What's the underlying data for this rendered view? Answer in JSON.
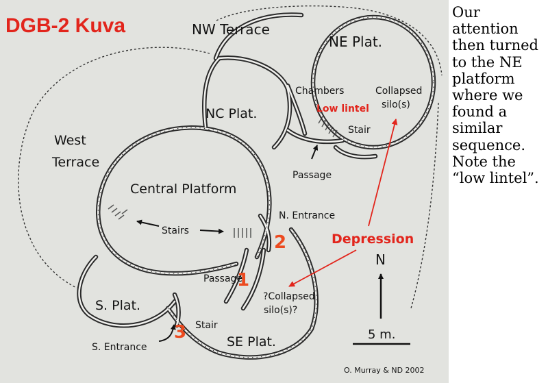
{
  "title": "DGB-2 Kuva",
  "caption": "Our attention\nthen turned\nto the NE\nplatform\nwhere we\nfound a\nsimilar\nsequence.\nNote the\n“low lintel”.",
  "credit": "O. Murray & ND 2002",
  "labels": {
    "nw_terrace": "NW Terrace",
    "ne_plat": "NE Plat.",
    "chambers": "Chambers",
    "collapsed_silos_ne": "Collapsed silo(s)",
    "low_lintel": "Low lintel",
    "nc_plat": "NC Plat.",
    "stair_ne": "Stair",
    "west_terrace": "West Terrace",
    "passage_ne": "Passage",
    "central_platform": "Central Platform",
    "n_entrance": "N. Entrance",
    "stairs": "Stairs",
    "depression": "Depression",
    "passage_s": "Passage",
    "s_plat": "S. Plat.",
    "collapsed_silos_se": "?Collapsed silo(s)?",
    "stair_s": "Stair",
    "s_entrance": "S. Entrance",
    "se_plat": "SE Plat.",
    "north": "N",
    "scale": "5 m."
  },
  "markers": [
    "1",
    "2",
    "3"
  ],
  "colors": {
    "title": "#e2251c",
    "depression": "#e2251c",
    "low_lintel": "#e2251c",
    "markers": "#ec4a1f",
    "walls": "#2a2a2a",
    "background": "#e2e3df"
  }
}
